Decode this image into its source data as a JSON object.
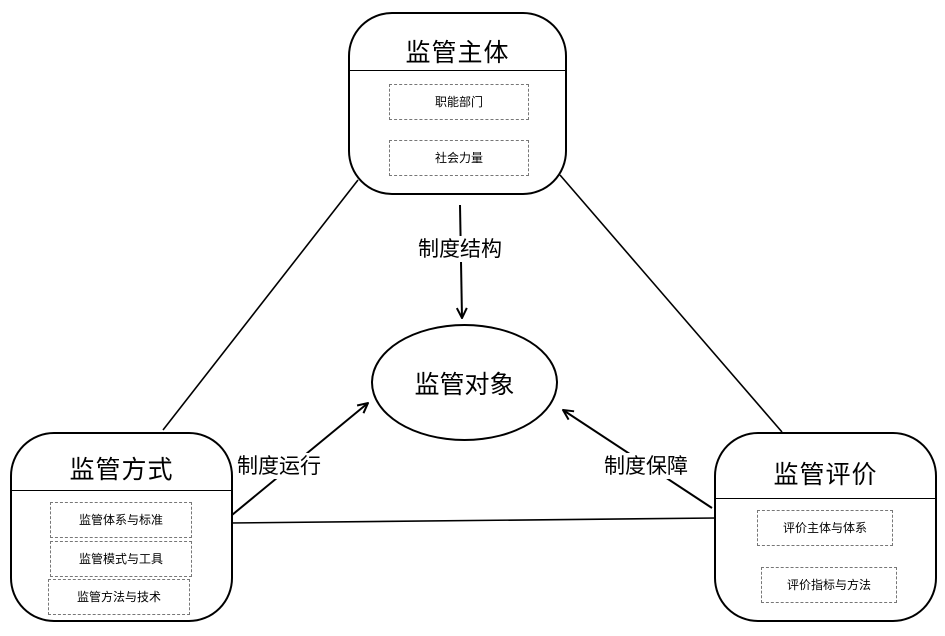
{
  "supervision_subject": {
    "title": "监管主体",
    "items": [
      "职能部门",
      "社会力量"
    ]
  },
  "supervision_method": {
    "title": "监管方式",
    "items": [
      "监管体系与标准",
      "监管模式与工具",
      "监管方法与技术"
    ]
  },
  "supervision_evaluation": {
    "title": "监管评价",
    "items": [
      "评价主体与体系",
      "评价指标与方法"
    ]
  },
  "supervision_object": {
    "title": "监管对象"
  },
  "relations": {
    "structure": "制度结构",
    "operation": "制度运行",
    "guarantee": "制度保障"
  }
}
